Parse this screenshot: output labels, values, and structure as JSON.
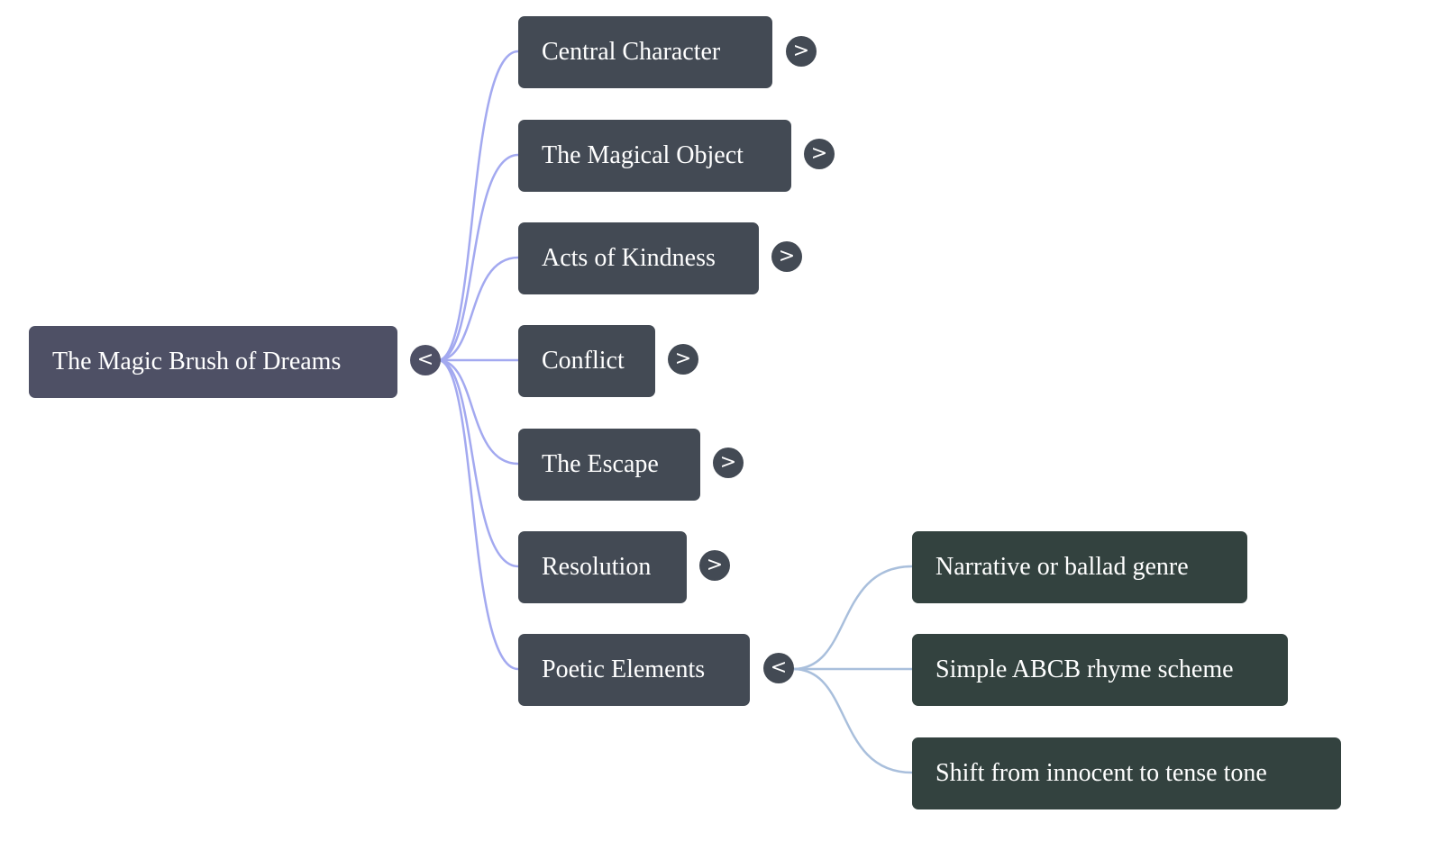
{
  "root": {
    "label": "The Magic Brush of Dreams",
    "toggle": "<",
    "expanded": true
  },
  "branches": [
    {
      "label": "Central Character",
      "toggle": ">",
      "expanded": false
    },
    {
      "label": "The Magical Object",
      "toggle": ">",
      "expanded": false
    },
    {
      "label": "Acts of Kindness",
      "toggle": ">",
      "expanded": false
    },
    {
      "label": "Conflict",
      "toggle": ">",
      "expanded": false
    },
    {
      "label": "The Escape",
      "toggle": ">",
      "expanded": false
    },
    {
      "label": "Resolution",
      "toggle": ">",
      "expanded": false
    },
    {
      "label": "Poetic Elements",
      "toggle": "<",
      "expanded": true,
      "children": [
        {
          "label": "Narrative or ballad genre"
        },
        {
          "label": "Simple ABCB rhyme scheme"
        },
        {
          "label": "Shift from innocent to tense tone"
        }
      ]
    }
  ],
  "colors": {
    "root_fill": "#4e5065",
    "branch_fill": "#434a54",
    "leaf_fill": "#33423f",
    "root_edge": "#a3a9f0",
    "leaf_edge": "#a9bfdc"
  }
}
